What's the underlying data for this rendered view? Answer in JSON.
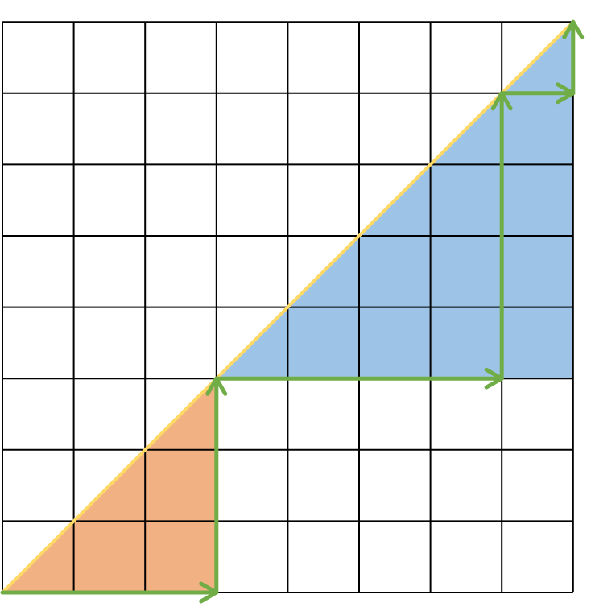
{
  "grid": {
    "rows": 8,
    "cols": 8
  },
  "regions": [
    {
      "name": "lower-triangle",
      "vertices": [
        [
          0,
          0
        ],
        [
          3,
          0
        ],
        [
          3,
          3
        ]
      ],
      "color": "#f2b183"
    },
    {
      "name": "upper-region",
      "vertices": [
        [
          3,
          3
        ],
        [
          8,
          3
        ],
        [
          8,
          8
        ],
        [
          7,
          7
        ]
      ],
      "color": "#9dc3e6"
    }
  ],
  "diagonal": {
    "from": [
      0,
      0
    ],
    "to": [
      8,
      8
    ],
    "color": "#ffd966"
  },
  "path": {
    "color": "#70ad47",
    "steps": [
      {
        "from": [
          0,
          0
        ],
        "to": [
          3,
          0
        ]
      },
      {
        "from": [
          3,
          0
        ],
        "to": [
          3,
          3
        ]
      },
      {
        "from": [
          3,
          3
        ],
        "to": [
          7,
          3
        ]
      },
      {
        "from": [
          7,
          3
        ],
        "to": [
          7,
          7
        ]
      },
      {
        "from": [
          7,
          7
        ],
        "to": [
          8,
          7
        ]
      },
      {
        "from": [
          8,
          7
        ],
        "to": [
          8,
          8
        ]
      }
    ]
  },
  "colors": {
    "grid_line": "#000000",
    "background": "#ffffff"
  }
}
